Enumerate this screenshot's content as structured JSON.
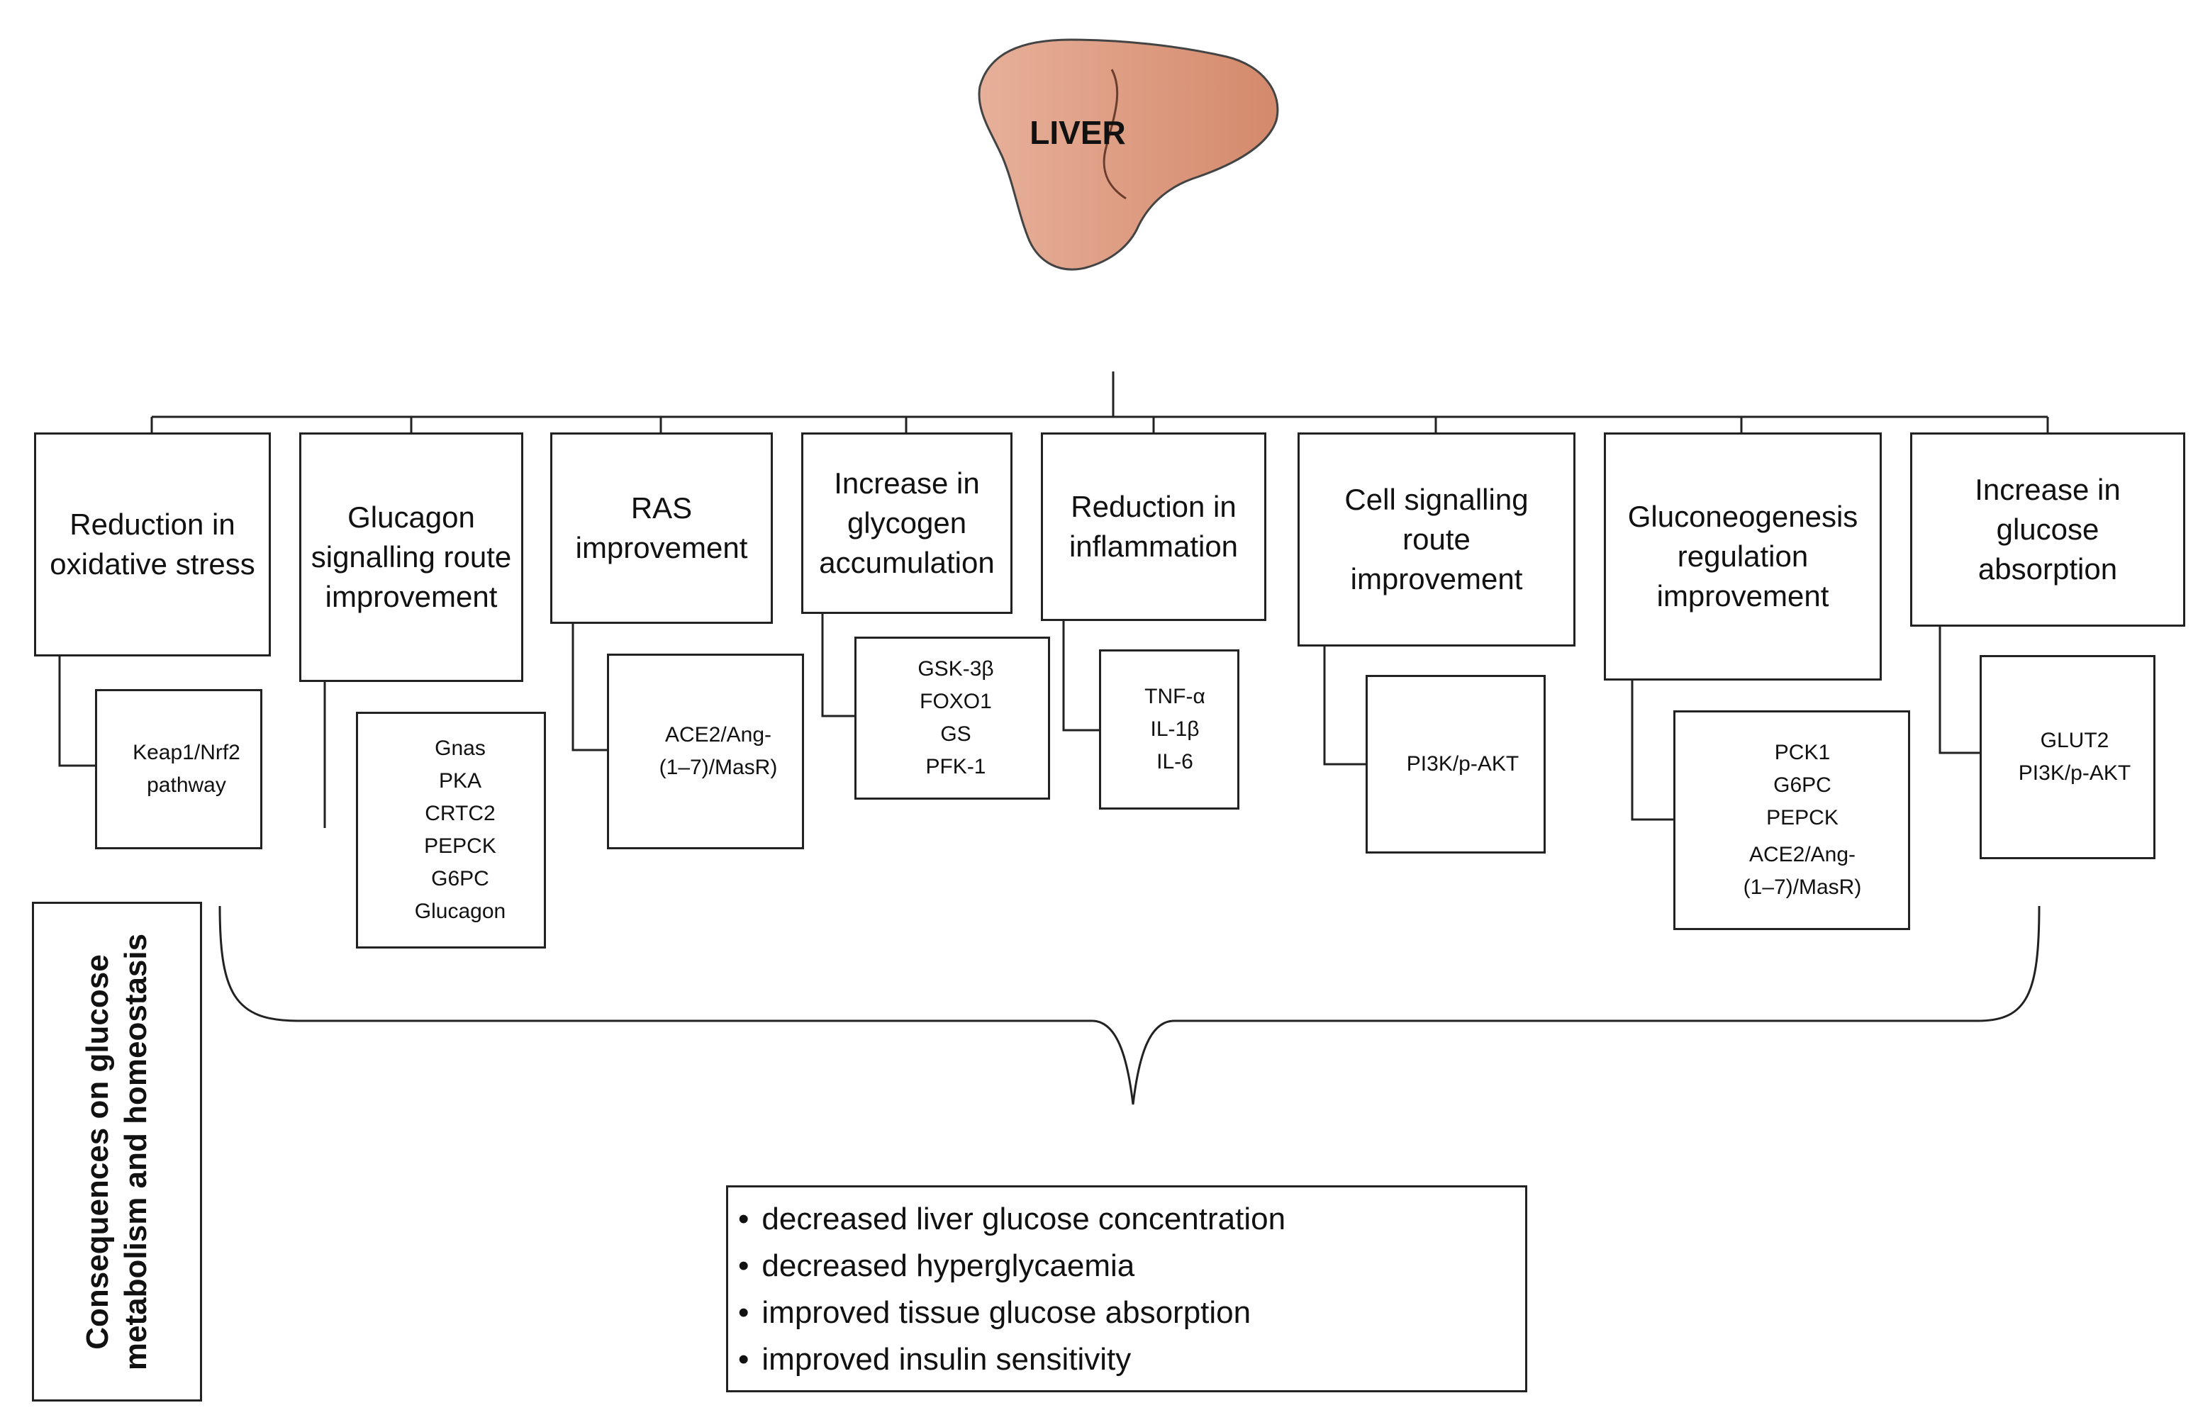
{
  "liver": {
    "label": "LIVER",
    "fill": "#d99477"
  },
  "mechanisms": [
    {
      "title": "Reduction in oxidative stress",
      "markers": [
        "Keap1/Nrf2",
        "pathway"
      ],
      "direction": "down"
    },
    {
      "title": "Glucagon signalling route improvement",
      "markers": [
        "Gnas",
        "PKA",
        "CRTC2",
        "PEPCK",
        "G6PC",
        "Glucagon"
      ],
      "direction": "down"
    },
    {
      "title": "RAS improvement",
      "markers": [
        "ACE2/Ang-",
        "(1–7)/MasR)"
      ],
      "direction": "up"
    },
    {
      "title": "Increase in glycogen accumulation",
      "markers": [
        "GSK-3β",
        "FOXO1",
        "GS",
        "PFK-1"
      ],
      "direction": "up"
    },
    {
      "title": "Reduction in inflammation",
      "markers": [
        "TNF-α",
        "IL-1β",
        "IL-6"
      ],
      "direction": "down"
    },
    {
      "title": "Cell signalling route improvement",
      "markers": [
        "PI3K/p-AKT"
      ],
      "direction": "up"
    },
    {
      "title": "Gluconeogenesis regulation improvement",
      "markers_down": [
        "PCK1",
        "G6PC",
        "PEPCK"
      ],
      "markers_up": [
        "ACE2/Ang-",
        "(1–7)/MasR)"
      ]
    },
    {
      "title": "Increase in glucose absorption",
      "markers": [
        "GLUT2",
        "PI3K/p-AKT"
      ],
      "direction": "up"
    }
  ],
  "consequences_label": "Consequences on glucose metabolism and homeostasis",
  "outcomes": [
    "decreased liver glucose concentration",
    "decreased hyperglycaemia",
    "improved tissue glucose absorption",
    "improved insulin sensitivity"
  ]
}
